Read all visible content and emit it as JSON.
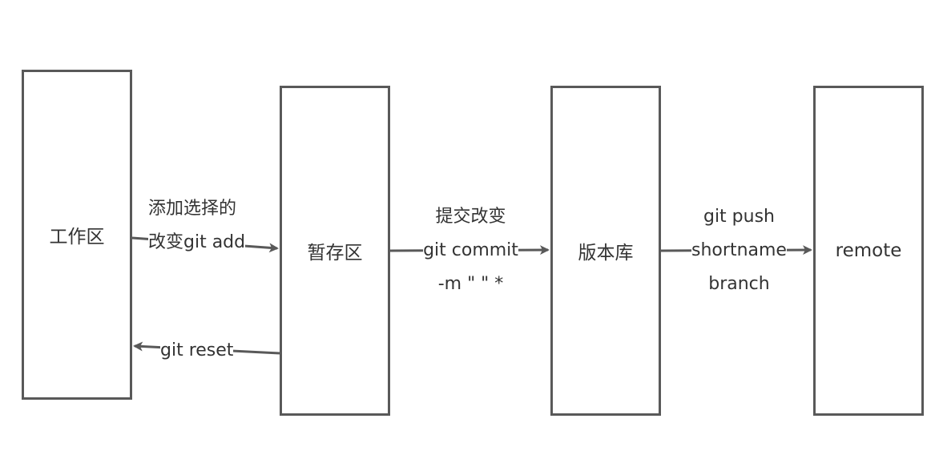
{
  "nodes": {
    "workspace": "工作区",
    "staging": "暂存区",
    "repository": "版本库",
    "remote": "remote"
  },
  "edges": {
    "add": {
      "line1": "添加选择的",
      "line2": "改变git add"
    },
    "commit": {
      "line1": "提交改变",
      "line2": "git commit",
      "line3": "-m \" \" *"
    },
    "push": {
      "line1": "git push",
      "line2": "shortname",
      "line3": "branch"
    },
    "reset": {
      "line1": "git reset"
    }
  },
  "colors": {
    "stroke": "#595959",
    "text": "#333333",
    "background": "#ffffff"
  }
}
